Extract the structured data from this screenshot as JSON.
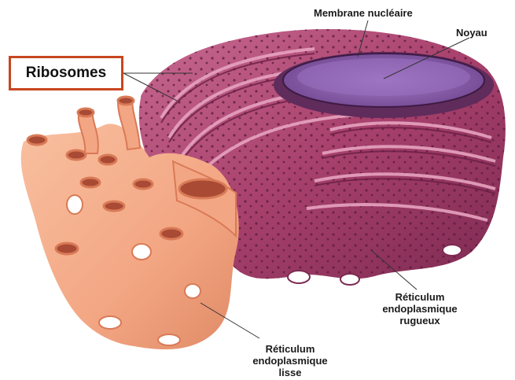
{
  "labels": {
    "ribosomes": "Ribosomes",
    "nuclear_membrane": "Membrane nucléaire",
    "nucleus": "Noyau",
    "rough_er": [
      "Réticulum",
      "endoplasmique",
      "rugueux"
    ],
    "smooth_er": [
      "Réticulum",
      "endoplasmique",
      "lisse"
    ]
  },
  "colors": {
    "rough_er": "#a8416d",
    "rough_er_light": "#d07a9e",
    "smooth_er": "#f3a683",
    "smooth_er_dark": "#d97a57",
    "nucleus": "#8a5fa8",
    "box_border": "#c8451f"
  }
}
